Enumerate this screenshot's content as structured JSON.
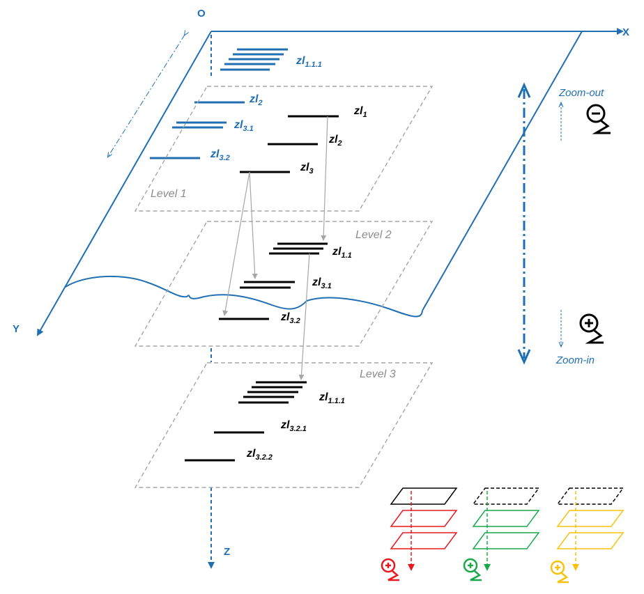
{
  "axes": {
    "origin": "O",
    "x": "X",
    "y": "Y",
    "z": "Z"
  },
  "levels": [
    "Level 1",
    "Level 2",
    "Level 3"
  ],
  "top_labels": [
    {
      "main": "zl",
      "sub": "1.1.1"
    },
    {
      "main": "zl",
      "sub": "2"
    },
    {
      "main": "zl",
      "sub": "3.1"
    },
    {
      "main": "zl",
      "sub": "3.2"
    }
  ],
  "level1_labels": [
    {
      "main": "zl",
      "sub": "1"
    },
    {
      "main": "zl",
      "sub": "2"
    },
    {
      "main": "zl",
      "sub": "3"
    }
  ],
  "level2_labels": [
    {
      "main": "zl",
      "sub": "1.1"
    },
    {
      "main": "zl",
      "sub": "3.1"
    },
    {
      "main": "zl",
      "sub": "3.2"
    }
  ],
  "level3_labels": [
    {
      "main": "zl",
      "sub": "1.1.1"
    },
    {
      "main": "zl",
      "sub": "3.2.1"
    },
    {
      "main": "zl",
      "sub": "3.2.2"
    }
  ],
  "zoom": {
    "out": "Zoom-out",
    "in": "Zoom-in"
  },
  "colors": {
    "axis": "#1f6fb2",
    "plane": "#a6a6a6",
    "red": "#e8191e",
    "green": "#1aa84b",
    "yellow": "#f5c20e"
  },
  "icons": [
    "zoom-out-icon",
    "zoom-in-icon",
    "zoom-in-red-icon",
    "zoom-in-green-icon",
    "zoom-in-yellow-icon"
  ]
}
